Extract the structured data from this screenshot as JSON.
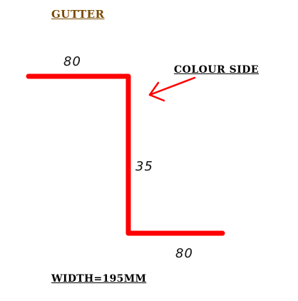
{
  "diagram": {
    "title": "GUTTER",
    "side_label": "COLOUR SIDE",
    "dimensions": {
      "top": "80",
      "middle": "35",
      "bottom": "80"
    },
    "width_note": "WIDTH=195MM",
    "colors": {
      "title": "#7a4a00",
      "profile": "#ff0000",
      "arrow": "#ff0000",
      "text": "#000000",
      "dimension_text": "#111111",
      "background": "#ffffff"
    }
  }
}
